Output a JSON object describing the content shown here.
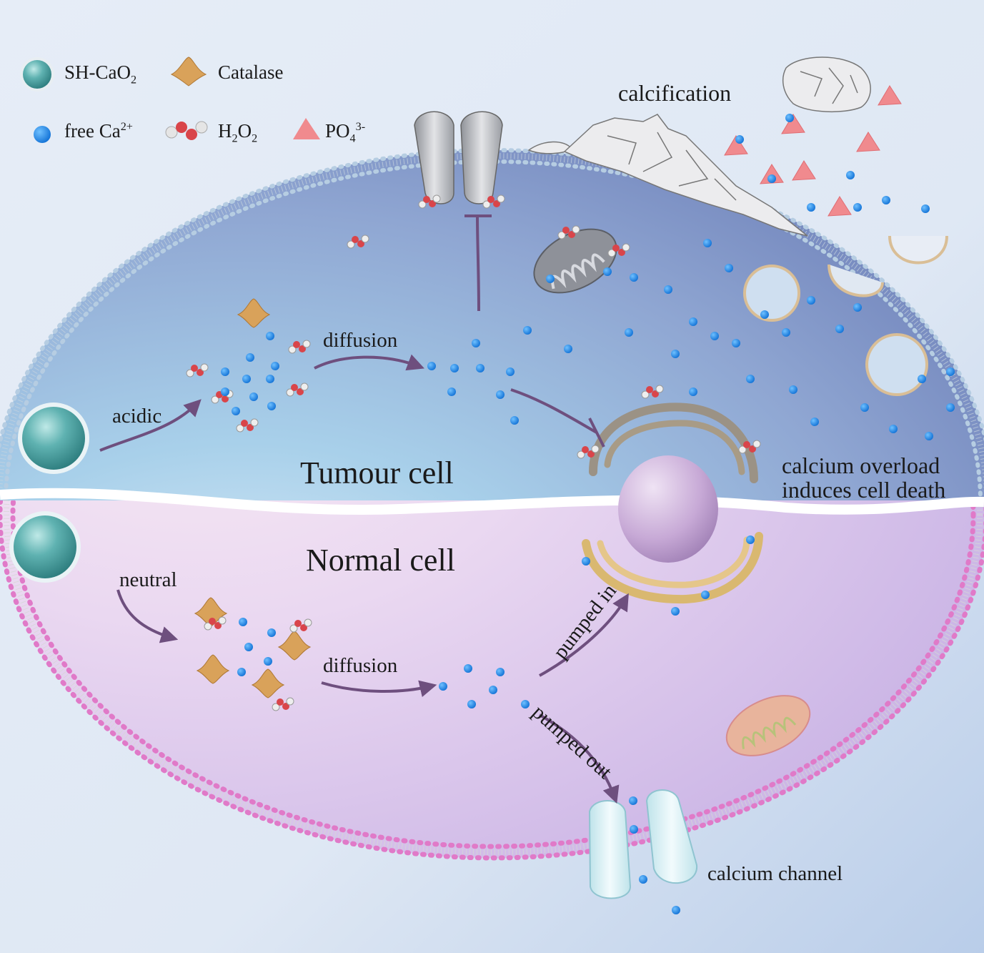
{
  "legend": {
    "items": [
      {
        "icon": "sh-cao2-sphere-icon",
        "label": "SH-CaO",
        "sub": "2",
        "sup": ""
      },
      {
        "icon": "catalase-icon",
        "label": "Catalase",
        "sub": "",
        "sup": ""
      },
      {
        "icon": "free-ca-ion-icon",
        "label": "free Ca",
        "sub": "",
        "sup": "2+"
      },
      {
        "icon": "h2o2-molecule-icon",
        "label": "H",
        "sub": "2",
        "mid": "O",
        "sub2": "2"
      },
      {
        "icon": "po4-pyramid-icon",
        "label": "PO",
        "sub": "4",
        "sup": "3-"
      }
    ]
  },
  "labels": {
    "calcification": "calcification",
    "tumour_cell": "Tumour cell",
    "normal_cell": "Normal cell",
    "acidic": "acidic",
    "neutral": "neutral",
    "diffusion_top": "diffusion",
    "diffusion_bottom": "diffusion",
    "pumped_in": "pumped in",
    "pumped_out": "pumped out",
    "overload_line1": "calcium overload",
    "overload_line2": "induces cell death",
    "calcium_channel": "calcium channel"
  },
  "colors": {
    "tumour_cytoplasm": "#8fa6cf",
    "normal_cytoplasm": "#d9c4ea",
    "tumour_membrane_head": "#a9c4dc",
    "normal_membrane_head": "#e07ac8",
    "calcium_ion": "#1e88e5",
    "po4": "#f08a8e",
    "catalase": "#d9a25a",
    "sphere": "#5aa9a8",
    "arrow": "#6e4f7e"
  }
}
